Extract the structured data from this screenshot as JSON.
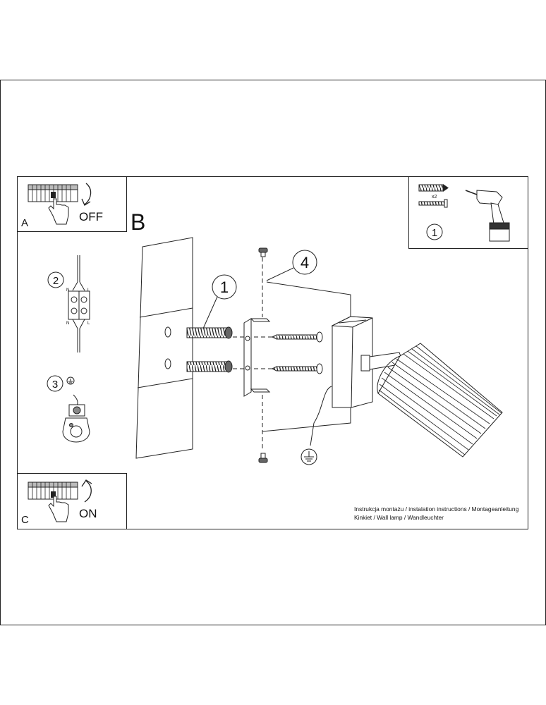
{
  "panels": {
    "a": {
      "letter": "A",
      "action": "OFF"
    },
    "b": {
      "letter": "B"
    },
    "c": {
      "letter": "C",
      "action": "ON"
    }
  },
  "parts": {
    "kit_quantity": "x2",
    "kit_step": "1",
    "step_wiring": "2",
    "step_ground": "3",
    "callout_dowel": "1",
    "callout_mount": "4",
    "terminal_neutral": "N",
    "terminal_live": "L"
  },
  "footer": {
    "line1": "Instrukcja montażu / instalation instructions / Montageanleitung",
    "line2": "Kinkiet / Wall lamp / Wandleuchter"
  }
}
